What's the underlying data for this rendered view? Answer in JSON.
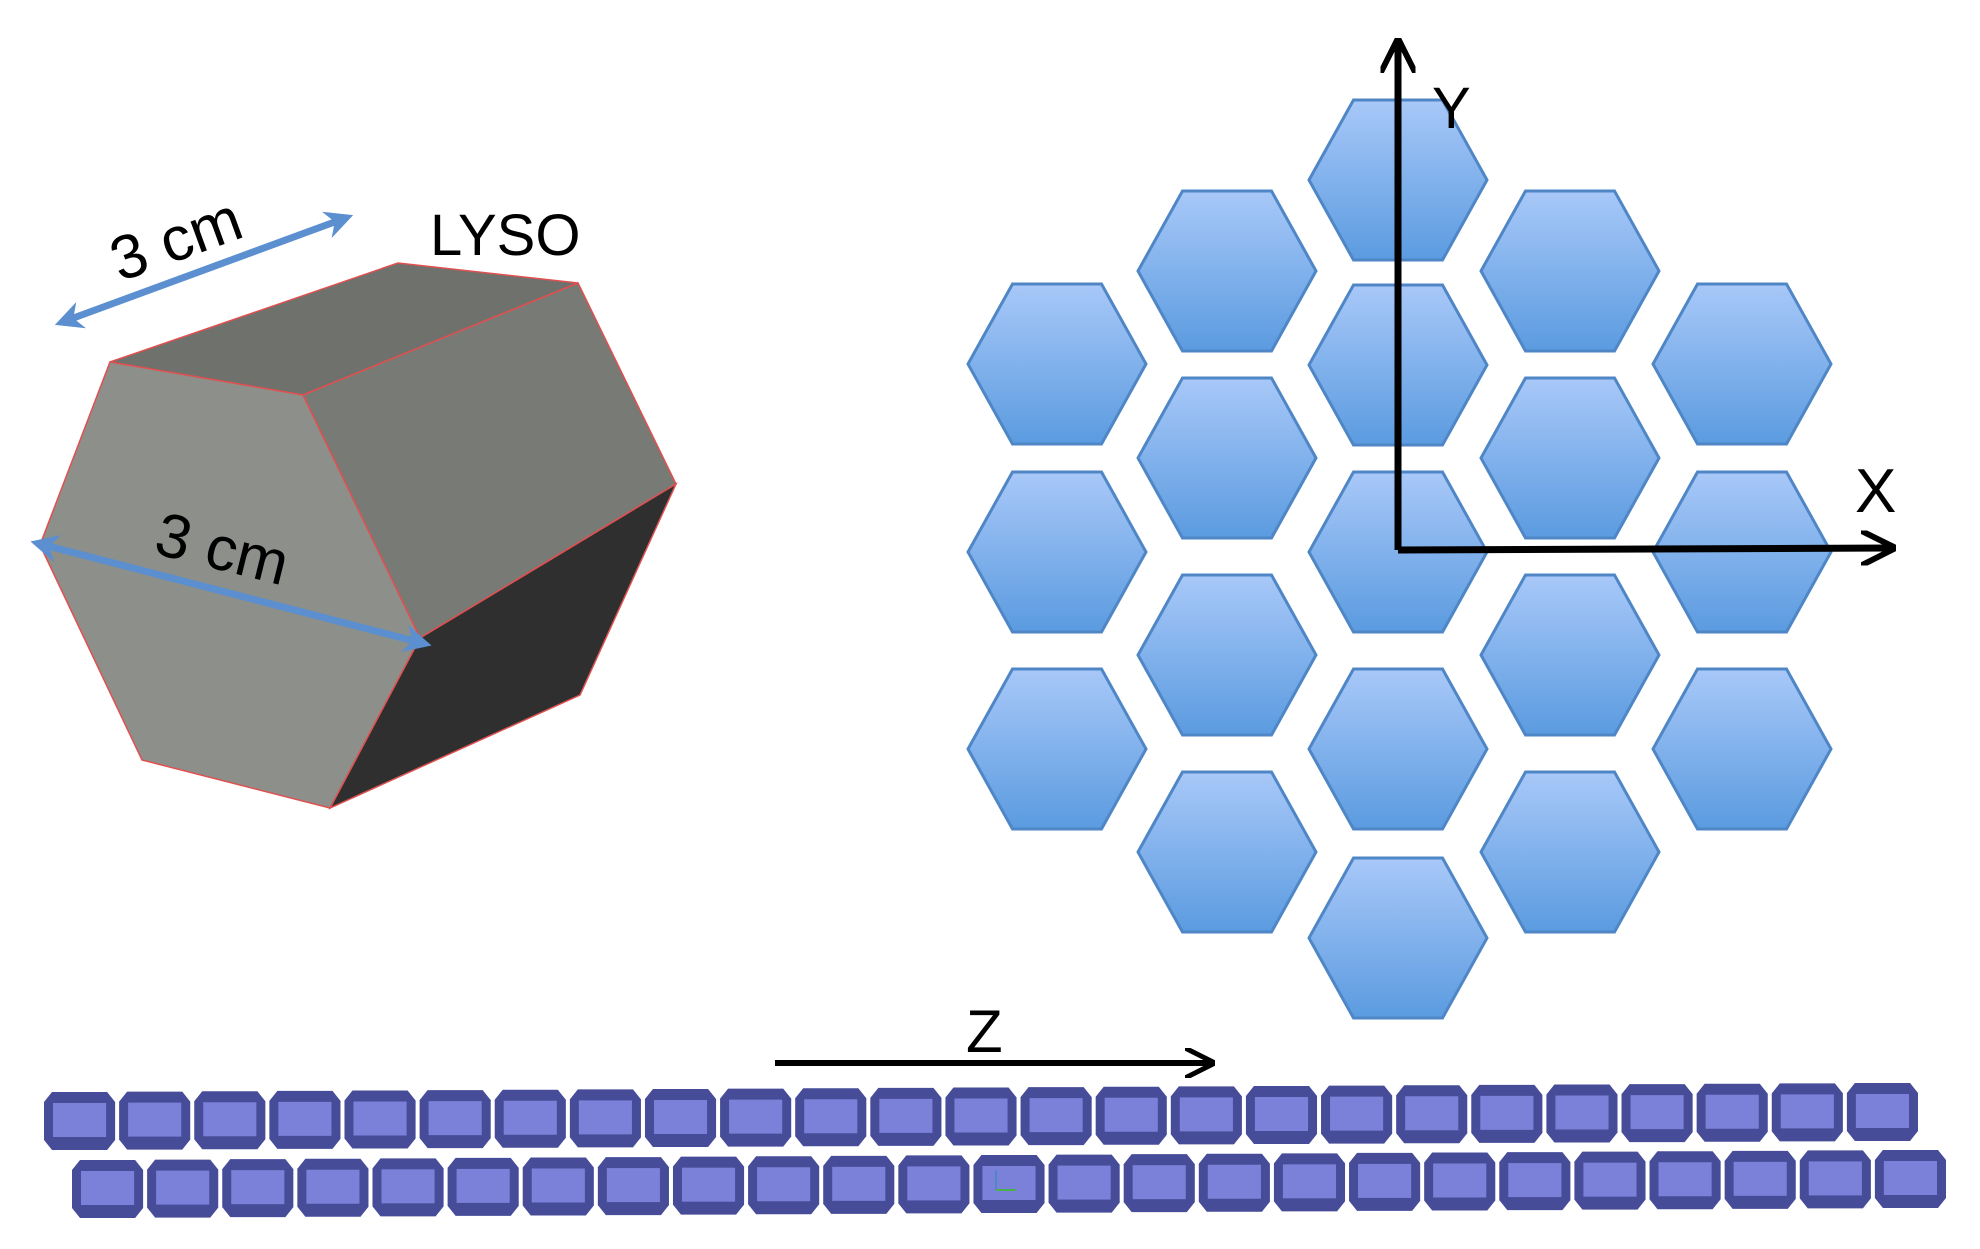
{
  "crystal": {
    "material_label": "LYSO",
    "length_label": "3 cm",
    "width_label": "3 cm"
  },
  "array": {
    "x_axis_label": "X",
    "y_axis_label": "Y",
    "cell_count": 19
  },
  "chain": {
    "z_axis_label": "Z",
    "top_row_segments": 25,
    "bottom_row_segments": 25
  },
  "colors": {
    "hex_fill_light": "#a8c8f8",
    "hex_fill_dark": "#5b9be0",
    "hex_stroke": "#4f86c6",
    "crystal_top": "#6f716d",
    "crystal_front": "#8d8f8a",
    "crystal_side": "#333333",
    "crystal_edge": "#e05050",
    "dimension_arrow": "#5b8fd0",
    "chain_fill": "#7b80d8",
    "chain_dark": "#474c99"
  }
}
